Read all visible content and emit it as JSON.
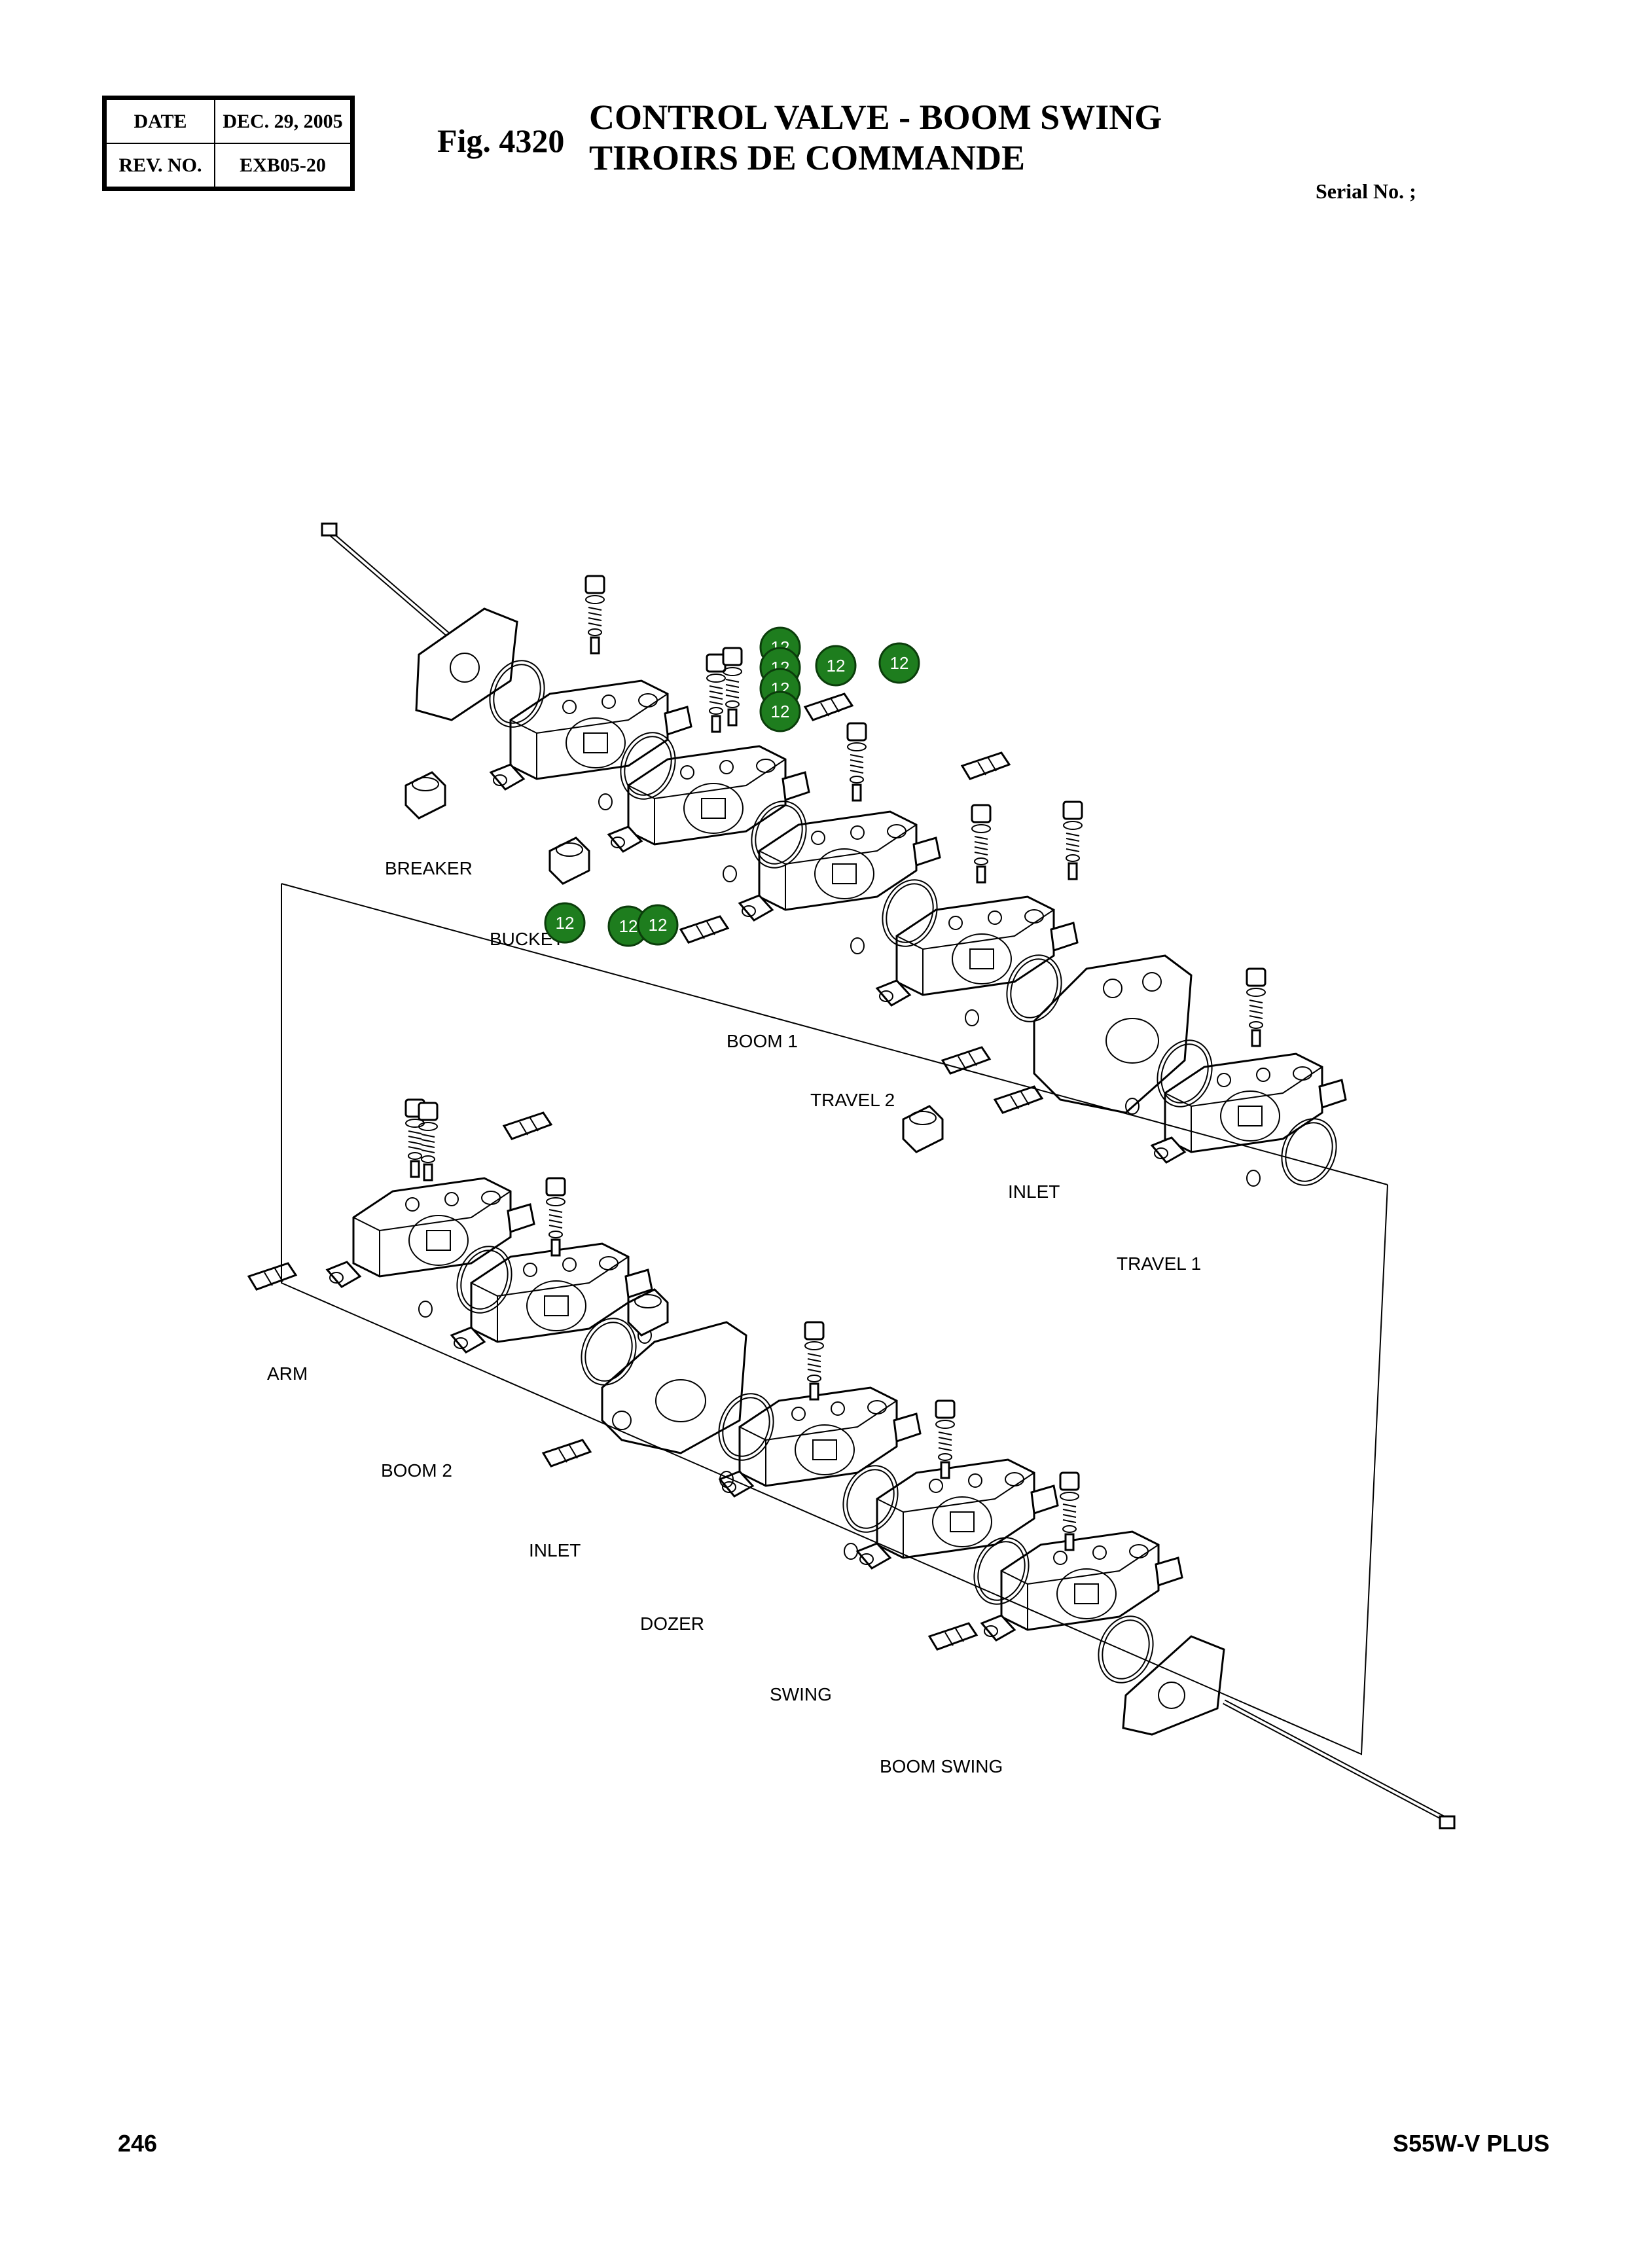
{
  "header": {
    "date_label": "DATE",
    "date_value": "DEC. 29, 2005",
    "rev_label": "REV. NO.",
    "rev_value": "EXB05-20",
    "figure_number": "Fig. 4320",
    "title_en": "CONTROL VALVE - BOOM SWING",
    "title_fr": "TIROIRS DE COMMANDE",
    "serial_label": "Serial No. ;"
  },
  "diagram": {
    "section_labels": {
      "breaker": "BREAKER",
      "bucket": "BUCKET",
      "boom1": "BOOM 1",
      "travel2": "TRAVEL  2",
      "inlet_upper": "INLET",
      "travel1": "TRAVEL  1",
      "arm": "ARM",
      "boom2": "BOOM 2",
      "inlet_lower": "INLET",
      "dozer": "DOZER",
      "swing": "SWING",
      "boom_swing": "BOOM SWING"
    },
    "callouts": [
      {
        "id": "c1",
        "text": "12"
      },
      {
        "id": "c2",
        "text": "12"
      },
      {
        "id": "c3",
        "text": "12"
      },
      {
        "id": "c4",
        "text": "12"
      },
      {
        "id": "c5",
        "text": "12"
      },
      {
        "id": "c6",
        "text": "12"
      },
      {
        "id": "c7",
        "text": "12"
      },
      {
        "id": "c8",
        "text": "12"
      },
      {
        "id": "c9",
        "text": "12"
      }
    ],
    "callout_color": "#1e7d1e"
  },
  "footer": {
    "page_number": "246",
    "model": "S55W-V PLUS"
  }
}
